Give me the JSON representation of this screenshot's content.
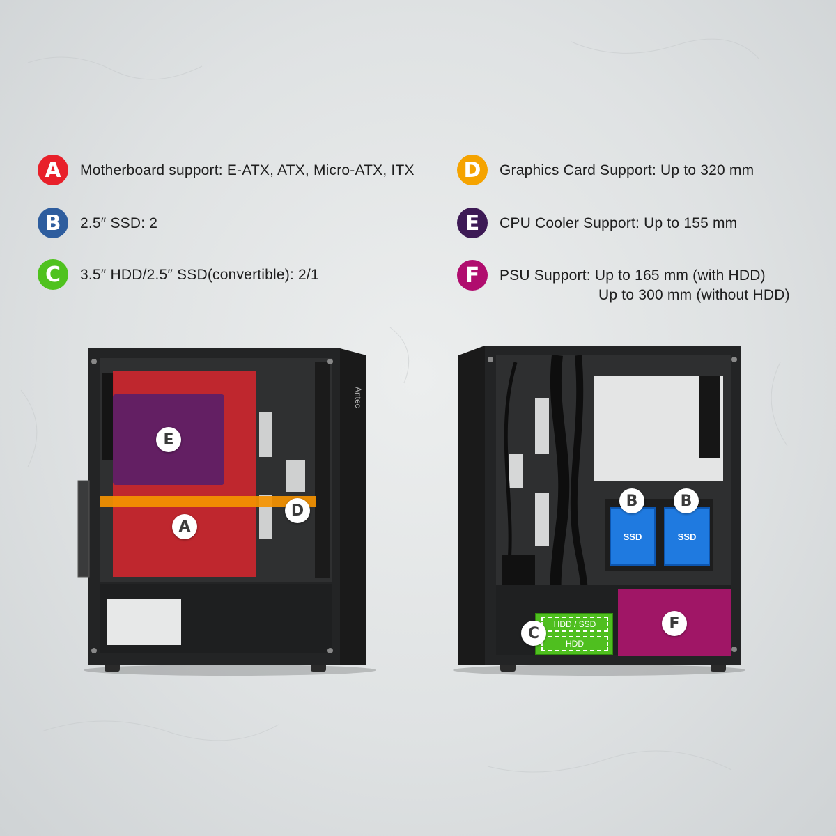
{
  "specs": [
    {
      "badge": "A",
      "color": "#e8202a",
      "text": "Motherboard support: E-ATX, ATX, Micro-ATX, ITX"
    },
    {
      "badge": "B",
      "color": "#2e5d9e",
      "text": "2.5″ SSD: 2"
    },
    {
      "badge": "C",
      "color": "#4fc21e",
      "text": "3.5″ HDD/2.5″ SSD(convertible): 2/1"
    },
    {
      "badge": "D",
      "color": "#f5a300",
      "text": "Graphics Card Support: Up to 320 mm"
    },
    {
      "badge": "E",
      "color": "#3d1a55",
      "text": "CPU Cooler Support: Up to 155 mm"
    },
    {
      "badge": "F",
      "color": "#b00d6e",
      "text": "PSU Support: Up to 165 mm (with HDD)",
      "text2": "Up to 300 mm (without HDD)"
    }
  ],
  "brand": "Antec",
  "left_case_labels": {
    "a": "A",
    "d": "D",
    "e": "E"
  },
  "right_case_labels": {
    "b1": "B",
    "b2": "B",
    "c": "C",
    "f": "F"
  },
  "ssd_label": "SSD",
  "hdd_bay": {
    "top_label": "HDD / SSD",
    "bottom_label": "HDD"
  },
  "zone_colors": {
    "motherboard": "#d4262e",
    "cpu_cooler": "#5e1f66",
    "gpu": "#f59300",
    "ssd": "#1f7ae0",
    "hdd": "#4fbf1f",
    "psu": "#b3156f"
  }
}
